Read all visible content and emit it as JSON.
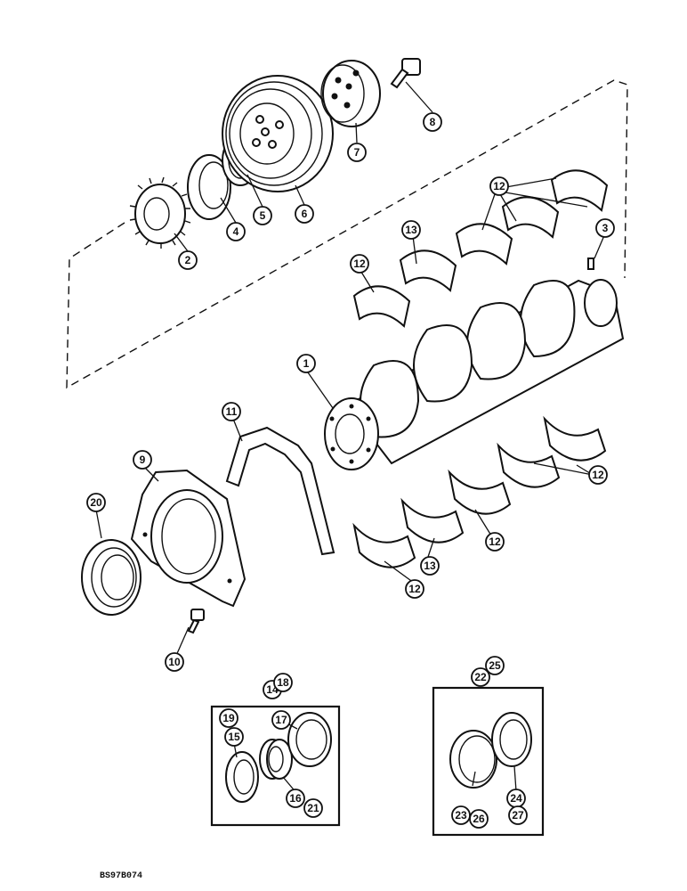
{
  "figure_code": "BS97B074",
  "callouts": {
    "c1": "1",
    "c2": "2",
    "c3": "3",
    "c4": "4",
    "c5": "5",
    "c6": "6",
    "c7": "7",
    "c8": "8",
    "c9": "9",
    "c10": "10",
    "c11": "11",
    "c12a": "12",
    "c12b": "12",
    "c12c": "12",
    "c12d": "12",
    "c12e": "12",
    "c13a": "13",
    "c13b": "13",
    "c14": "14",
    "c15": "15",
    "c16": "16",
    "c17": "17",
    "c18": "18",
    "c19": "19",
    "c20": "20",
    "c21": "21",
    "c22": "22",
    "c23": "23",
    "c24": "24",
    "c25": "25",
    "c26": "26",
    "c27": "27"
  }
}
